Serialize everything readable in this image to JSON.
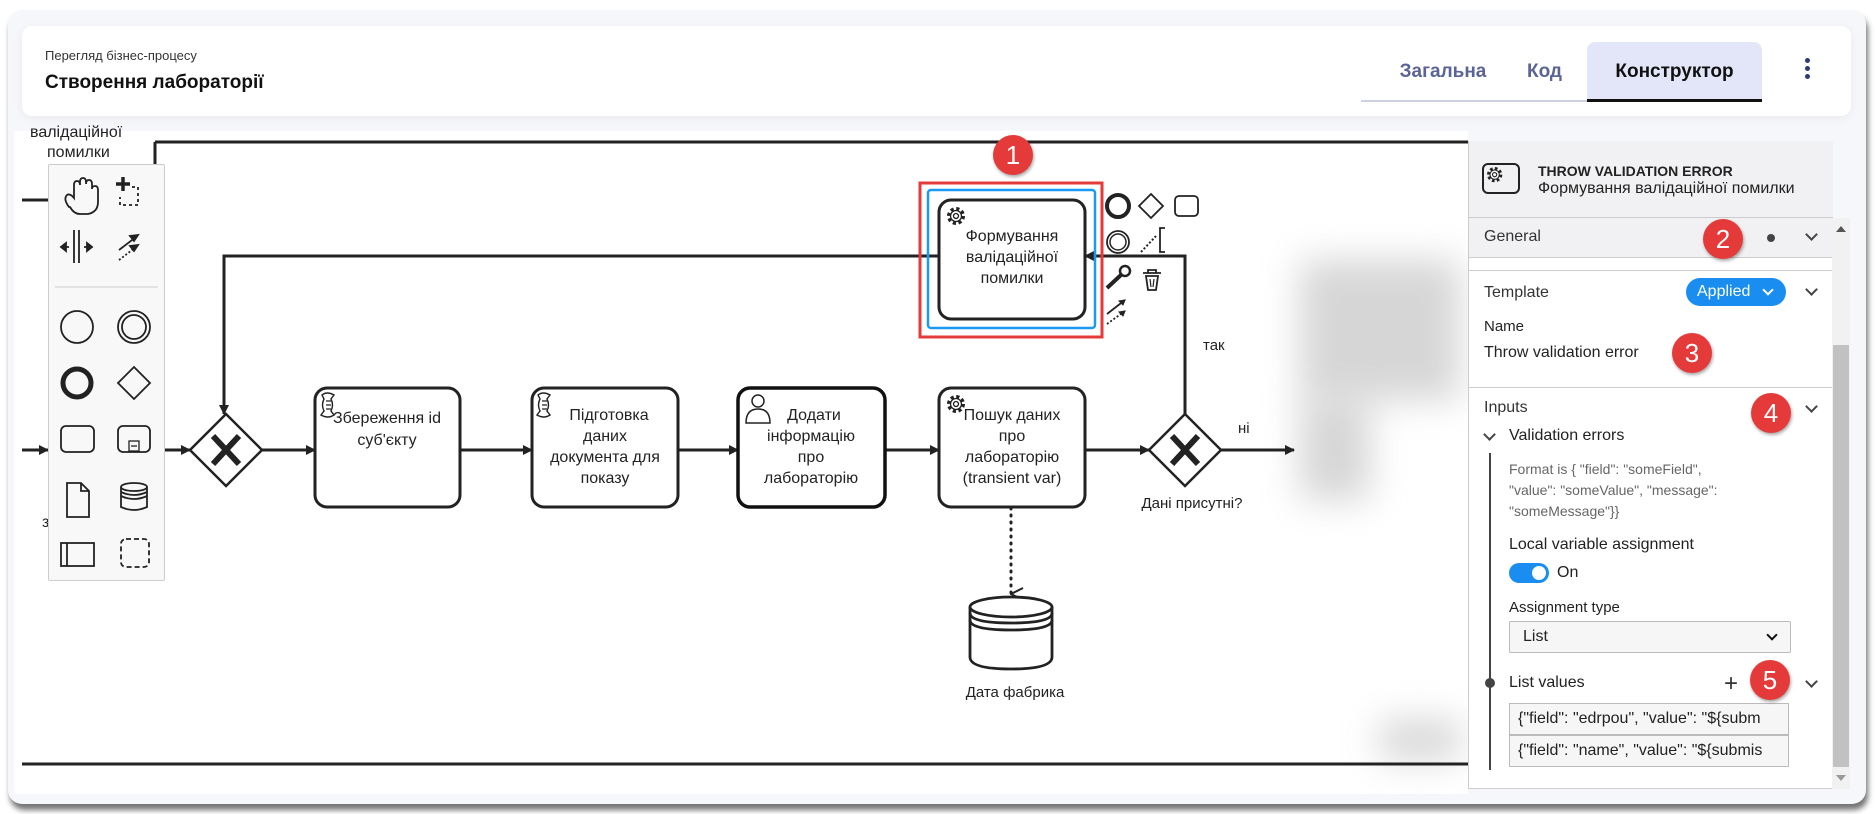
{
  "header": {
    "subtitle": "Перегляд бізнес-процесу",
    "title": "Створення лабораторії",
    "tabs": [
      "Загальна",
      "Код",
      "Конструктор"
    ],
    "active_tab": "Конструктор",
    "menu_icon": "kebab-vertical-icon"
  },
  "diagram": {
    "partial_label": [
      "валідаційної",
      "помилки"
    ],
    "partial_label_2": "з",
    "tasks": [
      {
        "type": "script",
        "lines": [
          "Збереження id",
          "суб'єкту"
        ]
      },
      {
        "type": "script",
        "lines": [
          "Підготовка",
          "даних",
          "документа для",
          "показу"
        ]
      },
      {
        "type": "user",
        "lines": [
          "Додати",
          "інформацію",
          "про",
          "лабораторію"
        ]
      },
      {
        "type": "service",
        "lines": [
          "Пошук даних",
          "про",
          "лабораторію",
          "(transient var)"
        ]
      },
      {
        "type": "service",
        "lines": [
          "Формування",
          "валідаційної",
          "помилки"
        ],
        "selected": true
      }
    ],
    "gateway_label": "Дані присутні?",
    "flow_yes": "так",
    "flow_no": "ні",
    "data_store": "Дата фабрика",
    "selection_color": "#1a9af5",
    "highlight_color": "#e53a3a"
  },
  "palette": [
    "hand-tool",
    "lasso-tool",
    "space-tool",
    "global-connect-tool",
    "start-event",
    "intermediate-event",
    "end-event",
    "gateway",
    "task",
    "subprocess",
    "data-object",
    "data-store",
    "pool",
    "group"
  ],
  "context_pad": [
    "end-event",
    "gateway",
    "task",
    "intermediate-event",
    "text-annotation",
    "change-type",
    "delete",
    "connect"
  ],
  "badges": [
    "1",
    "2",
    "3",
    "4",
    "5"
  ],
  "panel": {
    "element_type": "THROW VALIDATION ERROR",
    "element_name": "Формування валідаційної помилки",
    "general": "General",
    "template": "Template",
    "template_status": "Applied",
    "name_label": "Name",
    "name_value": "Throw validation error",
    "inputs": "Inputs",
    "validation_errors": "Validation errors",
    "format_lines": [
      "Format is { \"field\": \"someField\",",
      "\"value\": \"someValue\", \"message\":",
      "\"someMessage\"}}"
    ],
    "local_var_label": "Local variable assignment",
    "local_var_state": "On",
    "assignment_type_label": "Assignment type",
    "assignment_type_value": "List",
    "list_values_label": "List values",
    "list_values": [
      "{\"field\": \"edrpou\", \"value\": \"${subm",
      "{\"field\": \"name\", \"value\": \"${submis"
    ]
  }
}
